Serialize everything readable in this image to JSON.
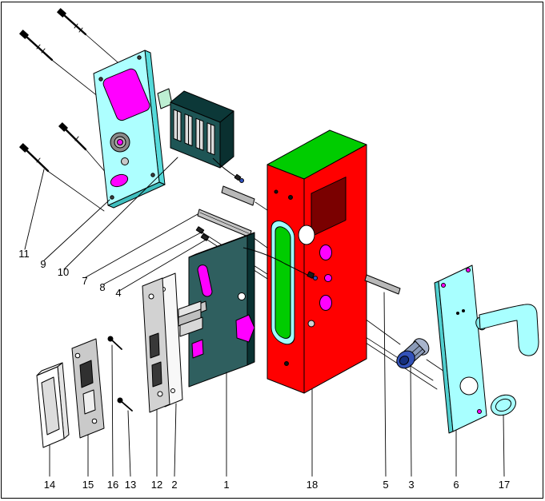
{
  "figure": {
    "kind": "exploded-view technical diagram"
  },
  "colors": {
    "background": "#FFFFFF",
    "outline": "#000000",
    "door_body_red": "#FF0000",
    "door_top_green": "#00CC00",
    "plate_cyan": "#A8FFFF",
    "accent_magenta": "#FF00FF",
    "case_teal": "#2F5F5F",
    "case_teal_dark": "#0E3A3A",
    "metal_gray": "#C8C8C8",
    "cylinder_blue": "#3352B8",
    "wire_black": "#000000"
  },
  "labels": {
    "left": [
      {
        "text": "11"
      },
      {
        "text": "9"
      },
      {
        "text": "10"
      },
      {
        "text": "7"
      },
      {
        "text": "8"
      },
      {
        "text": "4"
      }
    ],
    "bottom": [
      {
        "text": "14"
      },
      {
        "text": "15"
      },
      {
        "text": "16"
      },
      {
        "text": "13"
      },
      {
        "text": "12"
      },
      {
        "text": "2"
      },
      {
        "text": "1"
      },
      {
        "text": "18"
      },
      {
        "text": "5"
      },
      {
        "text": "3"
      },
      {
        "text": "6"
      },
      {
        "text": "17"
      }
    ]
  }
}
